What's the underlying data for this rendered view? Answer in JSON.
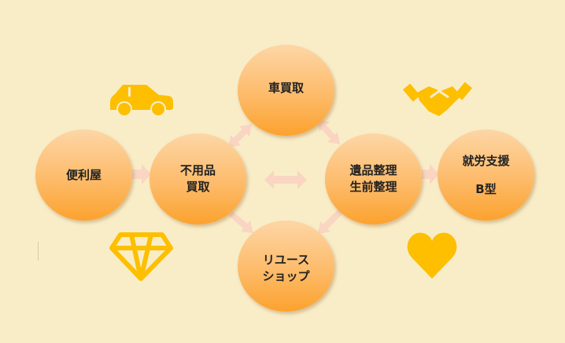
{
  "nodes": {
    "benriya": {
      "label": "便利屋"
    },
    "fuyouhin": {
      "line1": "不用品",
      "line2": "買取"
    },
    "kuruma": {
      "label": "車買取"
    },
    "reuse": {
      "line1": "リユース",
      "line2": "ショップ"
    },
    "ihin": {
      "line1": "遺品整理",
      "line2": "生前整理"
    },
    "shurou": {
      "line1": "就労支援",
      "line2": "B型"
    }
  },
  "icons": [
    "car-icon",
    "handshake-icon",
    "diamond-icon",
    "heart-icon"
  ],
  "colors": {
    "background": "#F9EDC8",
    "icon": "#FDBF00",
    "arrow": "#F9D5C2",
    "node_top": "#FDD6A6",
    "node_bottom": "#FCA22E"
  }
}
